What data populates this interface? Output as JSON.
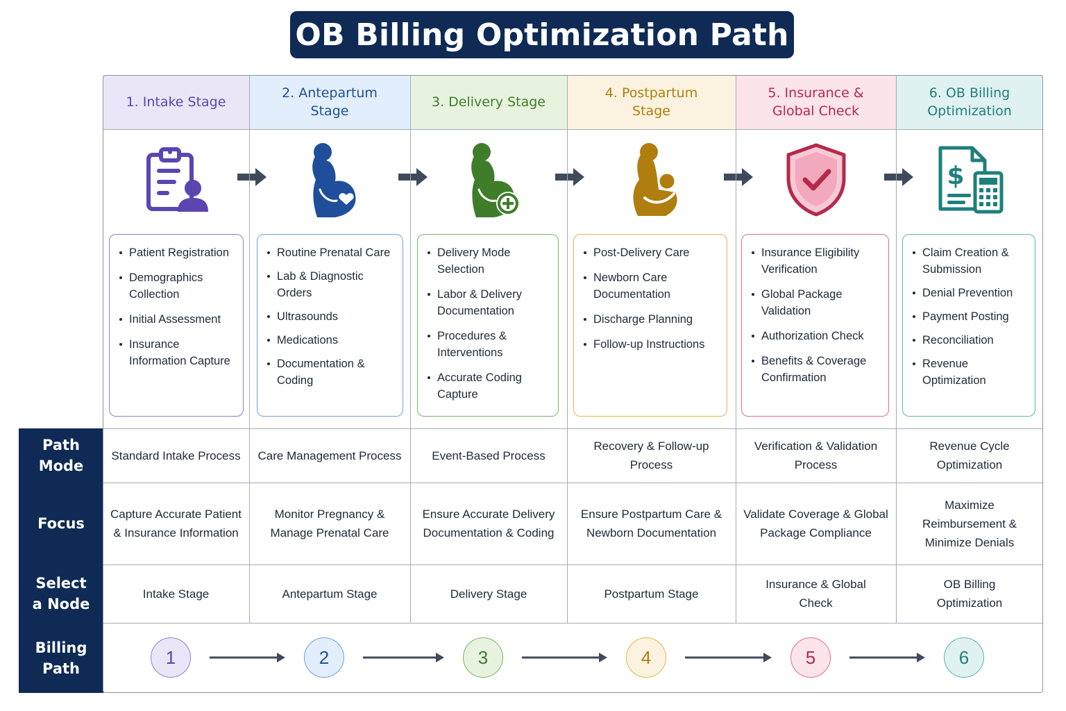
{
  "title": "OB Billing Optimization Path",
  "stages": [
    {
      "header": "1.  Intake Stage",
      "color": "#5b45b0",
      "bg": "#ebe6f7",
      "border": "#8f7fd0",
      "icon": "clipboard-user-icon",
      "bullets": [
        "Patient Registration",
        "Demographics Collection",
        "Initial Assessment",
        "Insurance Information Capture"
      ],
      "path_mode": "Standard Intake Process",
      "focus": "Capture Accurate Patient & Insurance Information",
      "node_label": "Intake Stage",
      "node_number": "1"
    },
    {
      "header": "2. Antepartum Stage",
      "color": "#1f4f9a",
      "bg": "#e2eefb",
      "border": "#6fa2df",
      "icon": "pregnant-woman-heart-icon",
      "bullets": [
        "Routine Prenatal Care",
        "Lab & Diagnostic Orders",
        "Ultrasounds",
        "Medications",
        "Documentation & Coding"
      ],
      "path_mode": "Care Management Process",
      "focus": "Monitor Pregnancy & Manage Prenatal Care",
      "node_label": "Antepartum Stage",
      "node_number": "2"
    },
    {
      "header": "3. Delivery Stage",
      "color": "#3f7d2a",
      "bg": "#e7f3df",
      "border": "#7db46a",
      "icon": "pregnant-woman-plus-icon",
      "bullets": [
        "Delivery Mode Selection",
        "Labor & Delivery Documentation",
        "Procedures & Interventions",
        "Accurate Coding Capture"
      ],
      "path_mode": "Event-Based Process",
      "focus": "Ensure Accurate Delivery Documentation & Coding",
      "node_label": "Delivery Stage",
      "node_number": "3"
    },
    {
      "header": "4. Postpartum Stage",
      "color": "#b07d0f",
      "bg": "#fbf3df",
      "border": "#e3b552",
      "icon": "mother-newborn-icon",
      "bullets": [
        "Post-Delivery Care",
        "Newborn Care Documentation",
        "Discharge Planning",
        "Follow-up Instructions"
      ],
      "path_mode": "Recovery & Follow-up Process",
      "focus": "Ensure Postpartum Care & Newborn Documentation",
      "node_label": "Postpartum Stage",
      "node_number": "4"
    },
    {
      "header": "5. Insurance & Global Check",
      "color": "#b52a4a",
      "bg": "#fbe4ea",
      "border": "#df6f88",
      "icon": "shield-check-icon",
      "bullets": [
        "Insurance Eligibility Verification",
        "Global Package Validation",
        "Authorization Check",
        "Benefits & Coverage Confirmation"
      ],
      "path_mode": "Verification & Validation Process",
      "focus": "Validate Coverage & Global Package Compliance",
      "node_label": "Insurance & Global Check",
      "node_number": "5"
    },
    {
      "header": "6. OB Billing Optimization",
      "color": "#1f7f7c",
      "bg": "#dff2f1",
      "border": "#5fb5b0",
      "icon": "billing-calculator-icon",
      "bullets": [
        "Claim Creation & Submission",
        "Denial Prevention",
        "Payment Posting",
        "Reconciliation",
        "Revenue Optimization"
      ],
      "path_mode": "Revenue Cycle Optimization",
      "focus": "Maximize Reimbursement & Minimize Denials",
      "node_label": "OB Billing Optimization",
      "node_number": "6"
    }
  ],
  "row_labels": {
    "path_mode": "Path Mode",
    "focus": "Focus",
    "select_node": "Select a Node",
    "billing_path": "Billing Path"
  },
  "colors": {
    "navy": "#0e2a55",
    "arrow": "#3f4a5c"
  }
}
